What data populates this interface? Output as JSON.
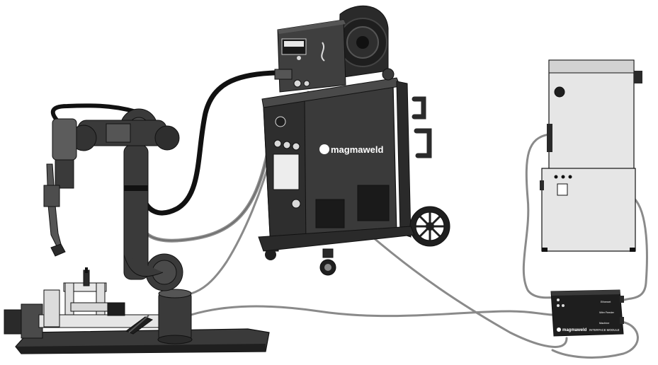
{
  "brand": {
    "welder_logo_text": "magmaweld",
    "interface_logo_text": "magmaweld",
    "interface_model_text": "INTERFACE MODULE",
    "interface_port_labels": [
      "Ethernet",
      "Wire Feeder",
      "Machine"
    ]
  },
  "colors": {
    "body": "#3a3a3a",
    "body_dark": "#1f1f1f",
    "light_panel": "#e8e8e8",
    "cable_black": "#111111",
    "cable_grey": "#8a8a8a",
    "outline": "#111111"
  }
}
